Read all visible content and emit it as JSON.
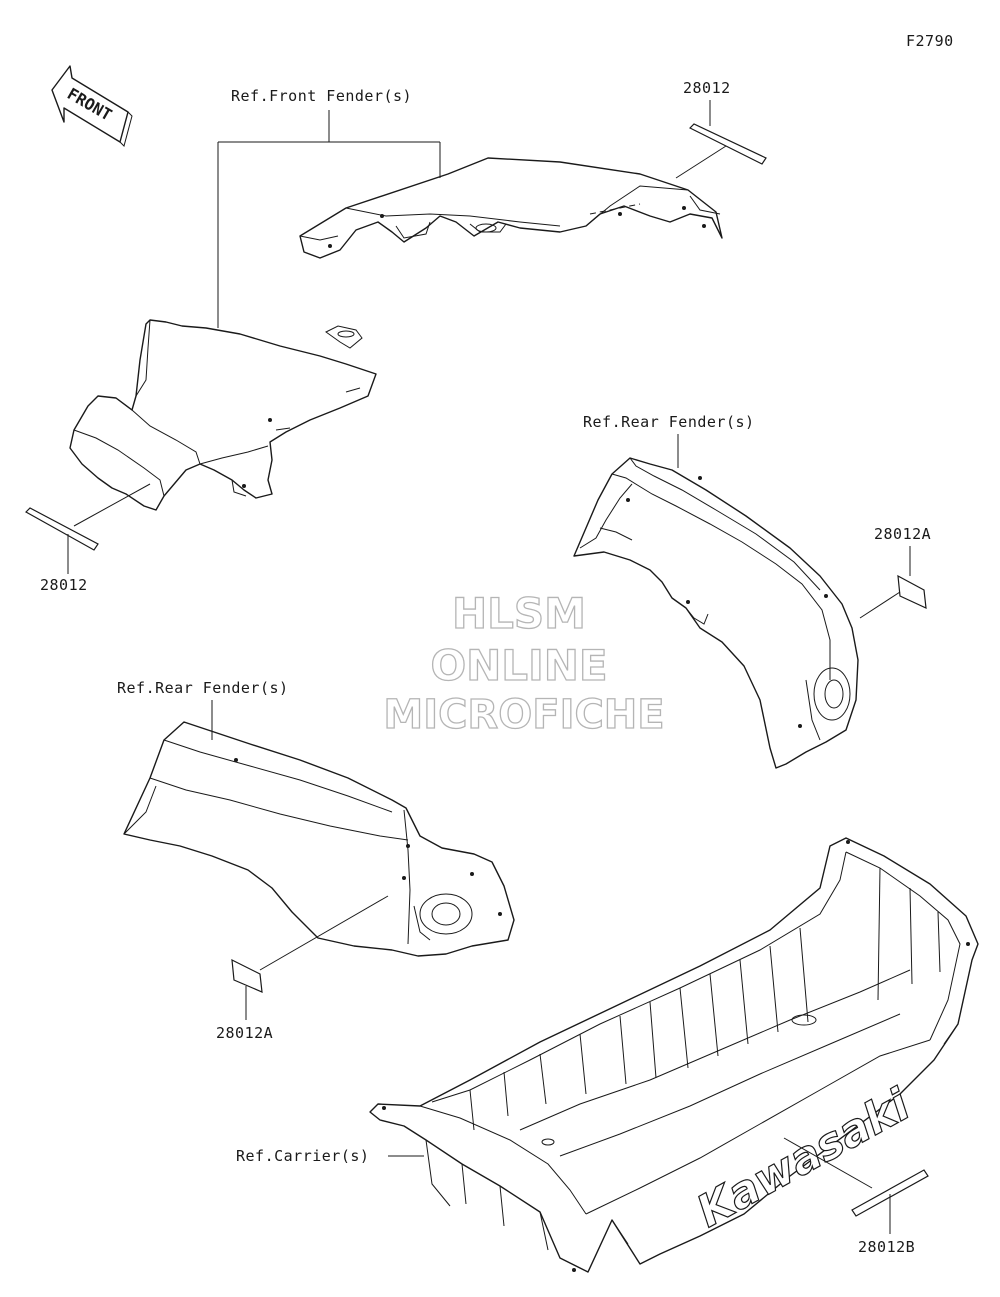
{
  "figure_code": "F2790",
  "front_arrow_text": "FRONT",
  "labels": {
    "ref_front_fender": "Ref.Front Fender(s)",
    "ref_rear_fender_right": "Ref.Rear Fender(s)",
    "ref_rear_fender_left": "Ref.Rear Fender(s)",
    "ref_carrier": "Ref.Carrier(s)",
    "part_28012_top": "28012",
    "part_28012_left": "28012",
    "part_28012a_right": "28012A",
    "part_28012a_left": "28012A",
    "part_28012b": "28012B"
  },
  "watermark": {
    "line1": "HLSM",
    "line2": "ONLINE",
    "line3": "MICROFICHE"
  },
  "brand_text": "Kawasaki"
}
